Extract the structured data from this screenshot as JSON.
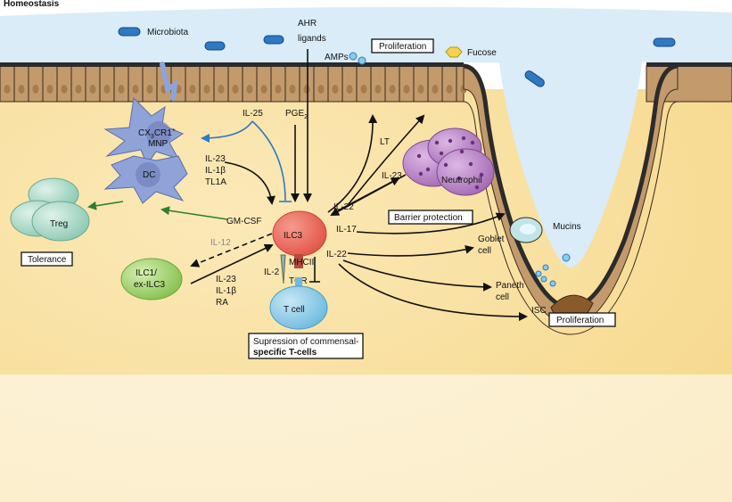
{
  "title": "Homeostasis",
  "labels": {
    "microbiota": "Microbiota",
    "ahr": "AHR",
    "ahr_ligands": "ligands",
    "amps": "AMPs",
    "proliferation_top": "Proliferation",
    "fucose": "Fucose",
    "il25": "IL-25",
    "pge2": "PGE",
    "pge2_sub": "2",
    "cx3cr1": "CX",
    "cx3cr1_sub": "3",
    "cx3cr1_rest": "CR1",
    "cx3cr1_sup": "+",
    "mnp": "MNP",
    "dc": "DC",
    "il23_a": "IL-23",
    "il1b_a": "IL-1β",
    "tl1a": "TL1A",
    "treg": "Treg",
    "tolerance": "Tolerance",
    "gmcsf": "GM-CSF",
    "il12": "IL-12",
    "ilc3": "ILC3",
    "ilc1": "ILC1/",
    "exilc3": "ex-ILC3",
    "il23_b": "IL-23",
    "il1b_b": "IL-1β",
    "ra": "RA",
    "il2": "IL-2",
    "mhcii": "MHCII",
    "tcr": "TCR",
    "tcell": "T cell",
    "supp1": "Supression of commensal-",
    "supp2": "specific T-cells",
    "lt": "LT",
    "il23_c": "IL-23",
    "il22_a": "IL-22",
    "neutrophil": "Neutrophil",
    "barrier": "Barrier protection",
    "il17": "IL-17",
    "il22_b": "IL-22",
    "mucins": "Mucins",
    "goblet1": "Goblet",
    "goblet2": "cell",
    "paneth1": "Paneth",
    "paneth2": "cell",
    "isc": "ISC",
    "proliferation_bottom": "Proliferation"
  },
  "colors": {
    "lumen": "#d9ecf7",
    "tissue": "#f9e3a6",
    "epithelium": "#c29a6c",
    "ilc3": "#ee6a5e",
    "tcell": "#8ccbe6",
    "dc": "#8fa3d9",
    "treg": "#a8d9c8",
    "ilc1": "#9fd36a",
    "neutrophil": "#b27cc2",
    "blue_arrow": "#2f79c4",
    "green_arrow": "#2e7d32"
  }
}
